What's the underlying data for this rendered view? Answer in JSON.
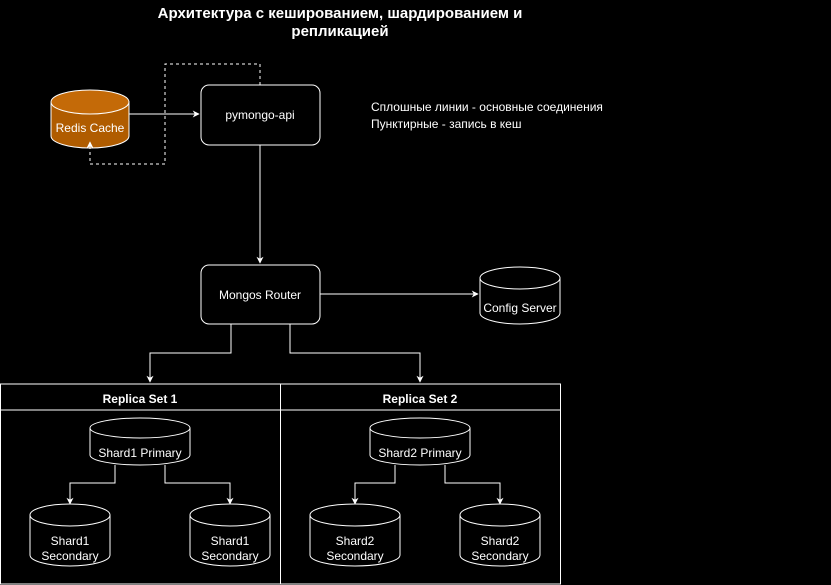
{
  "title_line1": "Архитектура с кешированием, шардированием и",
  "title_line2": "репликацией",
  "legend": {
    "solid": "Сплошные линии - основные соединения",
    "dashed": "Пунктирные - запись в кеш"
  },
  "nodes": {
    "redis": "Redis Cache",
    "api": "pymongo-api",
    "router": "Mongos Router",
    "config": "Config Server"
  },
  "replica_sets": [
    {
      "title": "Replica Set 1",
      "primary": "Shard1 Primary",
      "secondary_line1": "Shard1",
      "secondary_line2": "Secondary"
    },
    {
      "title": "Replica Set 2",
      "primary": "Shard2 Primary",
      "secondary_line1": "Shard2",
      "secondary_line2": "Secondary"
    }
  ],
  "colors": {
    "background": "#000000",
    "stroke": "#ffffff",
    "redis_fill": "#b05c00",
    "redis_fill_top": "#c46a08"
  }
}
